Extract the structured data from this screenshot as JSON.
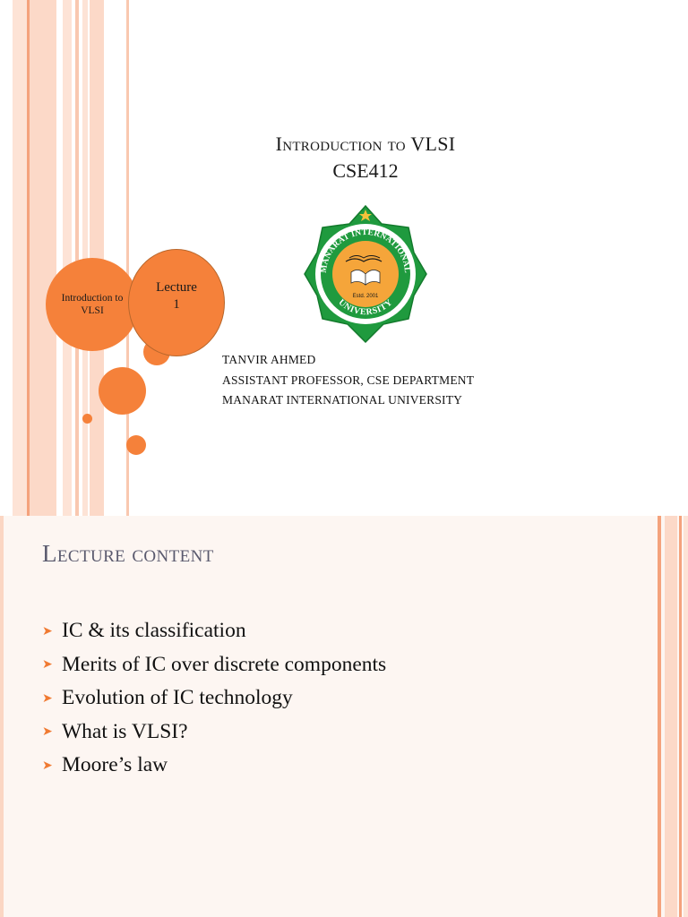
{
  "slide1": {
    "title_line1": "Introduction to VLSI",
    "title_line2": "CSE412",
    "circle_left_text": "Introduction to VLSI",
    "circle_right_line1": "Lecture",
    "circle_right_line2": "1",
    "author_name": "TANVIR AHMED",
    "author_title": "ASSISTANT PROFESSOR, CSE DEPARTMENT",
    "author_org": "MANARAT INTERNATIONAL UNIVERSITY",
    "logo": {
      "top_text": "MANARAT INTERNATIONAL",
      "bottom_text": "UNIVERSITY",
      "estd": "Estd. 2001",
      "icon": "open-book-icon"
    }
  },
  "slide2": {
    "title": "Lecture content",
    "bullets": [
      "IC & its classification",
      "Merits of IC over discrete components",
      "Evolution of IC technology",
      "What is VLSI?",
      "Moore’s law"
    ]
  },
  "colors": {
    "accent": "#f5813a",
    "band_light": "#fcd9c8",
    "band_dark": "#f4a27c",
    "logo_green": "#1f9a3e",
    "logo_orange": "#f5a53a"
  }
}
